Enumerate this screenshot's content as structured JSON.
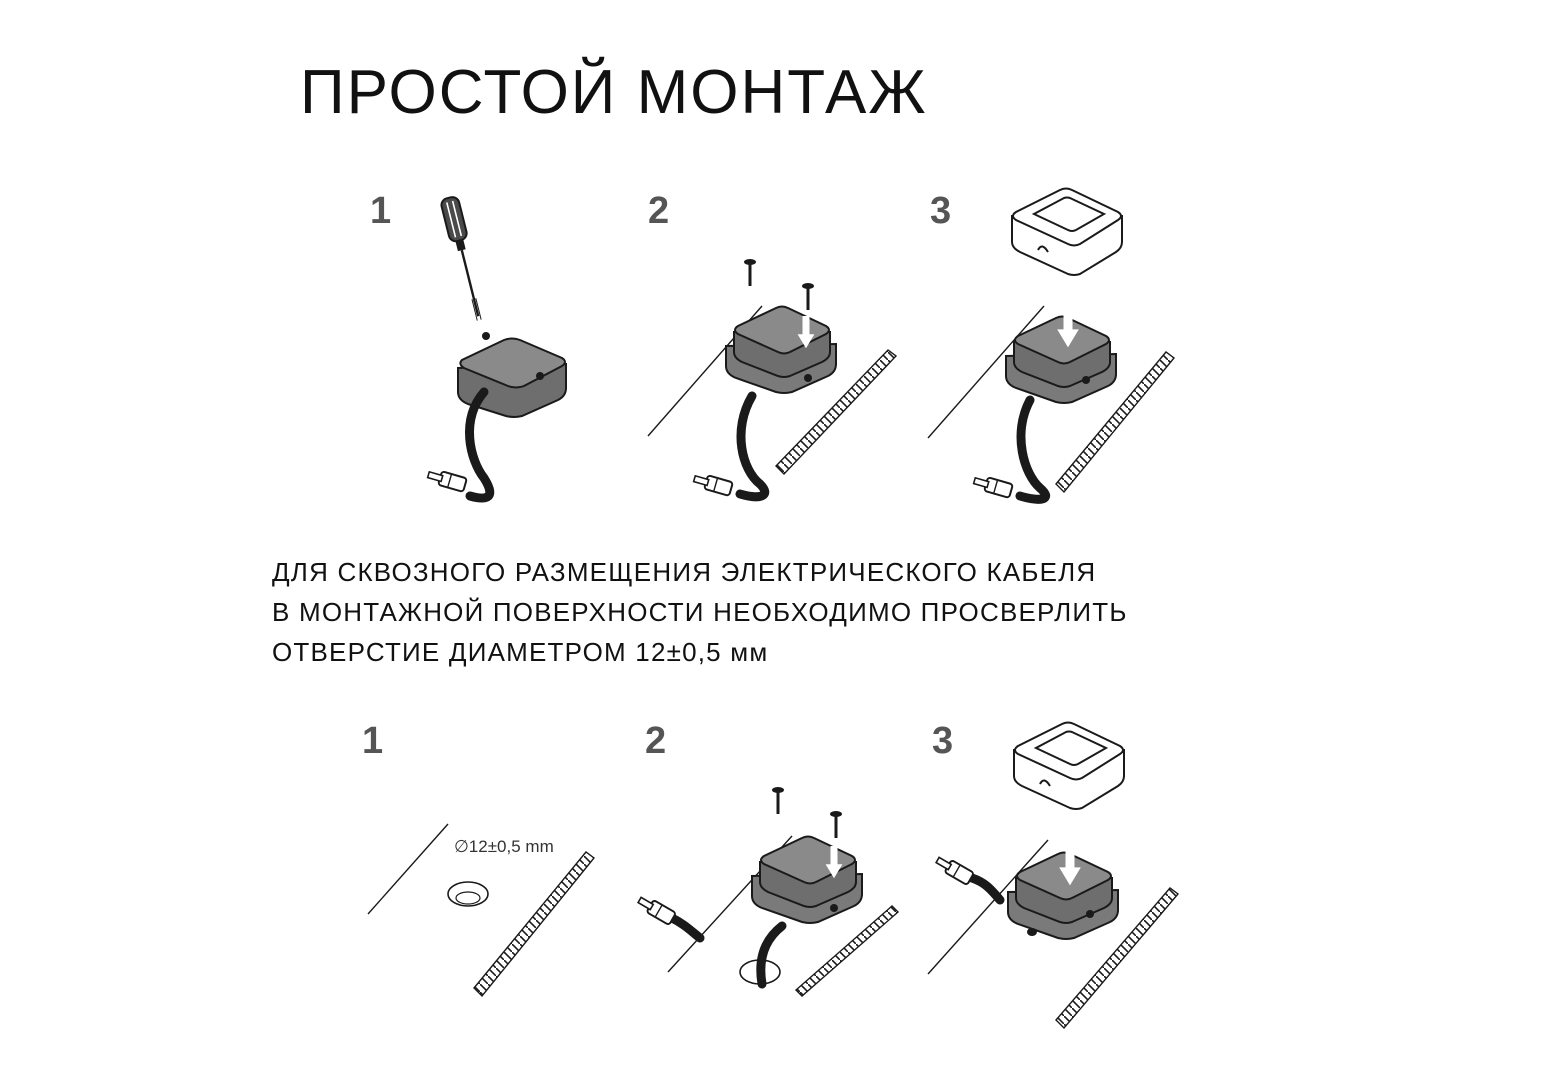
{
  "title": "ПРОСТОЙ МОНТАЖ",
  "top_row": {
    "steps": [
      "1",
      "2",
      "3"
    ]
  },
  "note": {
    "lines": [
      "ДЛЯ СКВОЗНОГО РАЗМЕЩЕНИЯ ЭЛЕКТРИЧЕСКОГО КАБЕЛЯ",
      "В МОНТАЖНОЙ ПОВЕРХНОСТИ НЕОБХОДИМО ПРОСВЕРЛИТЬ",
      "ОТВЕРСТИЕ ДИАМЕТРОМ 12±0,5 мм"
    ]
  },
  "bottom_row": {
    "steps": [
      "1",
      "2",
      "3"
    ],
    "hole_label": "∅12±0,5 mm"
  },
  "colors": {
    "box_top": "#8a8a8a",
    "box_side": "#6e6e6e",
    "outline": "#1a1a1a",
    "step_number": "#555555"
  }
}
